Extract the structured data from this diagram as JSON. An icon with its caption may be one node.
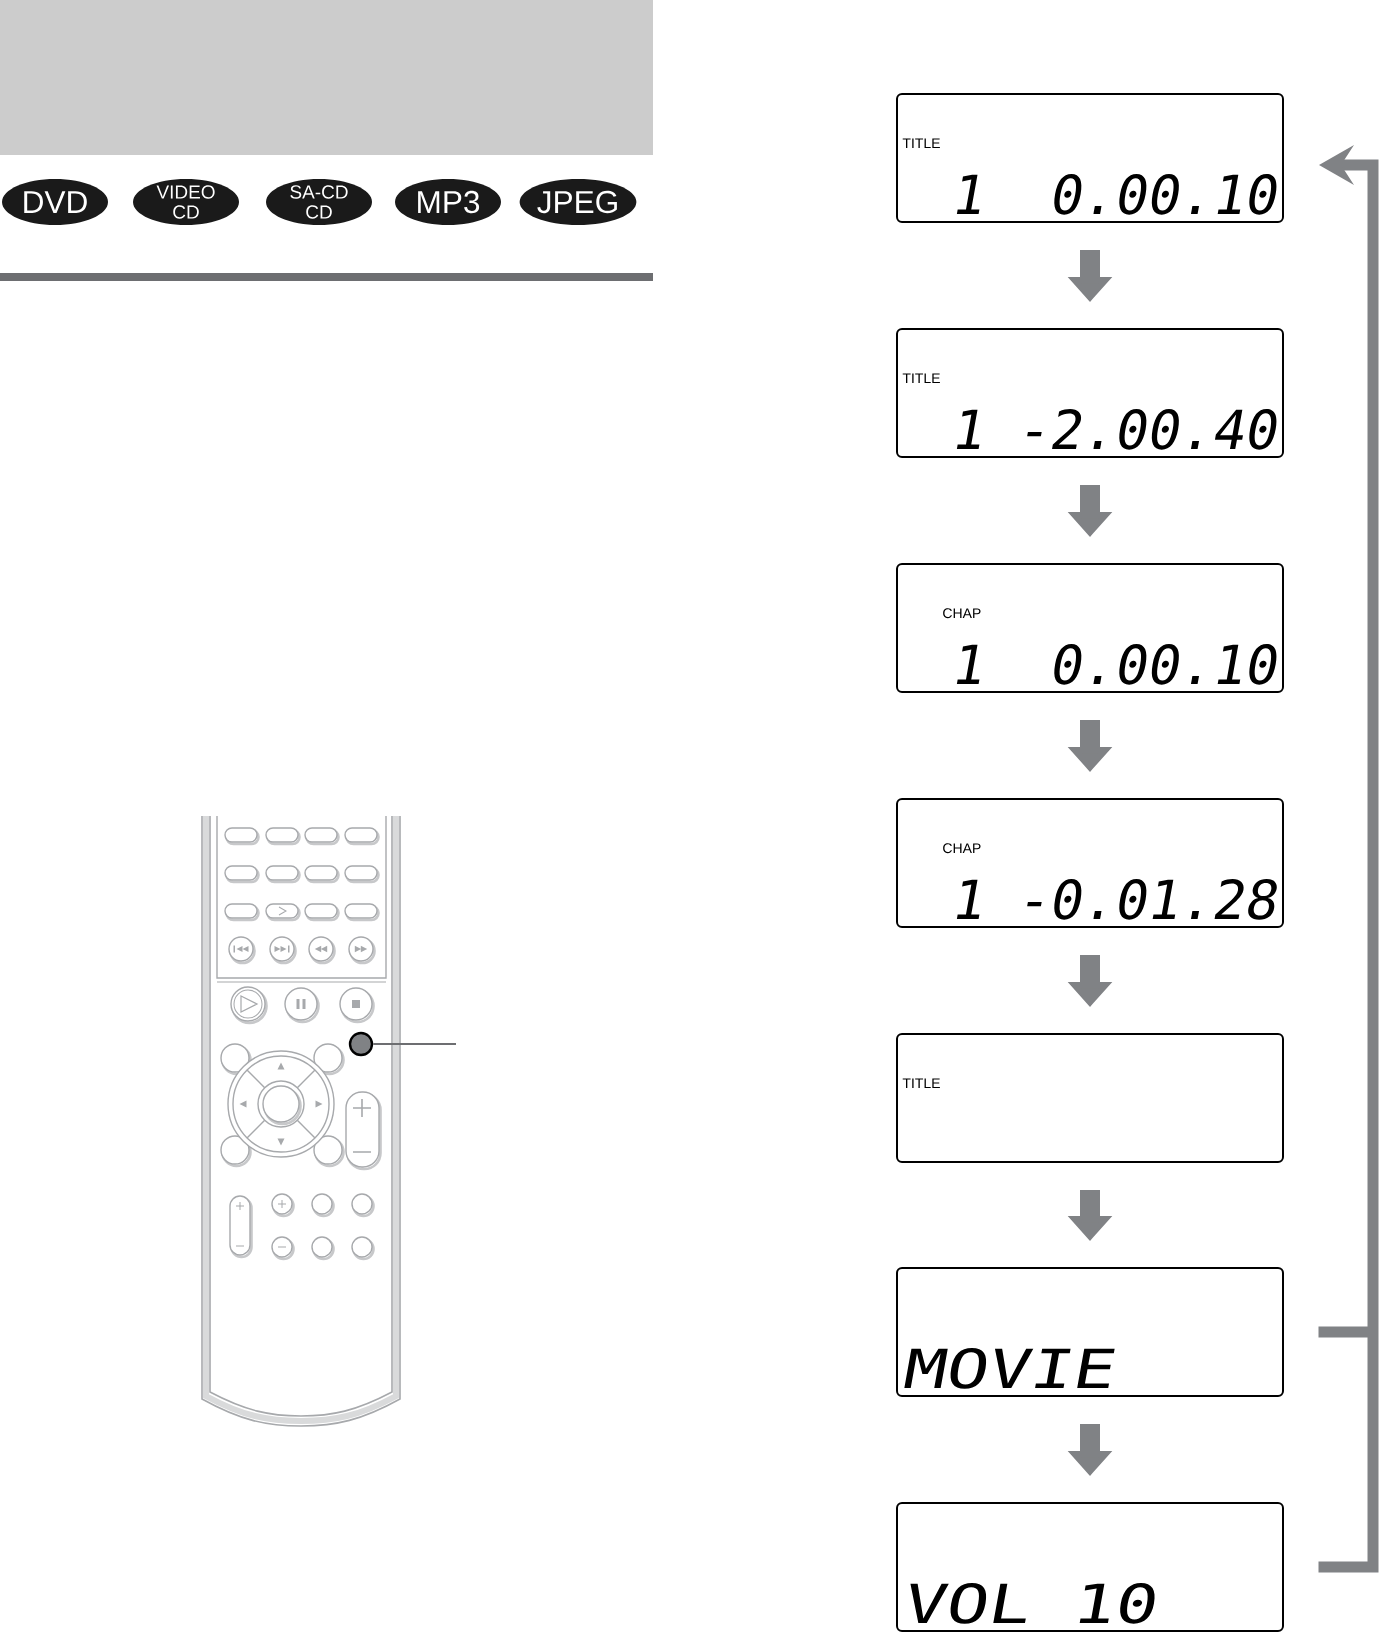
{
  "diagram": {
    "nodes": [
      {
        "text": [
          "DVD"
        ]
      },
      {
        "text": [
          "VIDEO CD"
        ]
      },
      {
        "text": [
          "SA-CD CD"
        ]
      },
      {
        "text": [
          "MP3"
        ]
      },
      {
        "text": [
          "JPEG"
        ]
      },
      {
        "text": [
          "TITLE",
          "1",
          "0.00.10"
        ]
      },
      {
        "text": [
          "TITLE",
          "1",
          "-2.00.40"
        ]
      },
      {
        "text": [
          "CHAP",
          "1",
          "0.00.10"
        ]
      },
      {
        "text": [
          "CHAP",
          "1",
          "-0.01.28"
        ]
      },
      {
        "text": [
          "TITLE"
        ]
      },
      {
        "text": [
          "MOVIE"
        ]
      },
      {
        "text": [
          "VOL 10"
        ]
      },
      {
        "text": [],
        "shape": "circle"
      }
    ],
    "edges": [
      {
        "from": 5,
        "to": 6,
        "arrow": "to"
      },
      {
        "from": 6,
        "to": 7,
        "arrow": "to"
      },
      {
        "from": 7,
        "to": 8,
        "arrow": "to"
      },
      {
        "from": 8,
        "to": 9,
        "arrow": "to"
      },
      {
        "from": 9,
        "to": 10,
        "arrow": "to"
      },
      {
        "from": 10,
        "to": 11,
        "arrow": "to"
      },
      {
        "from": 10,
        "to": 5,
        "arrow": "to"
      },
      {
        "from": 11,
        "to": 5,
        "arrow": "to"
      },
      {
        "from": null,
        "to": 12,
        "arrow": "none"
      }
    ]
  }
}
